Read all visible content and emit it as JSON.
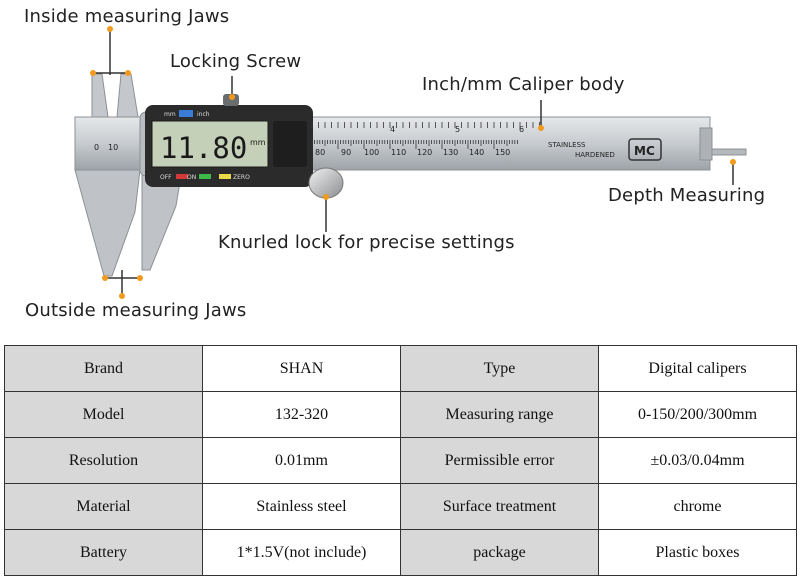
{
  "diagram": {
    "callouts": {
      "inside_jaws": "Inside measuring Jaws",
      "locking_screw": "Locking Screw",
      "caliper_body": "Inch/mm Caliper body",
      "depth": "Depth Measuring",
      "knurled_lock": "Knurled lock for precise settings",
      "outside_jaws": "Outside measuring Jaws"
    },
    "display": {
      "reading": "11.80",
      "unit": "mm",
      "unit_toggle": [
        "mm",
        "inch"
      ],
      "buttons": [
        "OFF",
        "ON",
        "ZERO"
      ]
    },
    "scale_numbers": [
      "0",
      "10",
      "80",
      "90",
      "100",
      "110",
      "120",
      "130",
      "140",
      "150"
    ],
    "inch_marks": [
      "4",
      "5",
      "6"
    ],
    "stamp": [
      "STAINLESS",
      "HARDENED"
    ],
    "logo": "MC",
    "colors": {
      "body": "#c9cdd0",
      "display_housing": "#2b2b2b",
      "lcd": "#c5d0b8",
      "accent_dot": "#f29a1d"
    }
  },
  "spec_table": {
    "rows": [
      [
        "Brand",
        "SHAN",
        "Type",
        "Digital calipers"
      ],
      [
        "Model",
        "132-320",
        "Measuring range",
        "0-150/200/300mm"
      ],
      [
        "Resolution",
        "0.01mm",
        "Permissible error",
        "±0.03/0.04mm"
      ],
      [
        "Material",
        "Stainless steel",
        "Surface treatment",
        "chrome"
      ],
      [
        "Battery",
        "1*1.5V(not include)",
        "package",
        "Plastic boxes"
      ]
    ]
  }
}
